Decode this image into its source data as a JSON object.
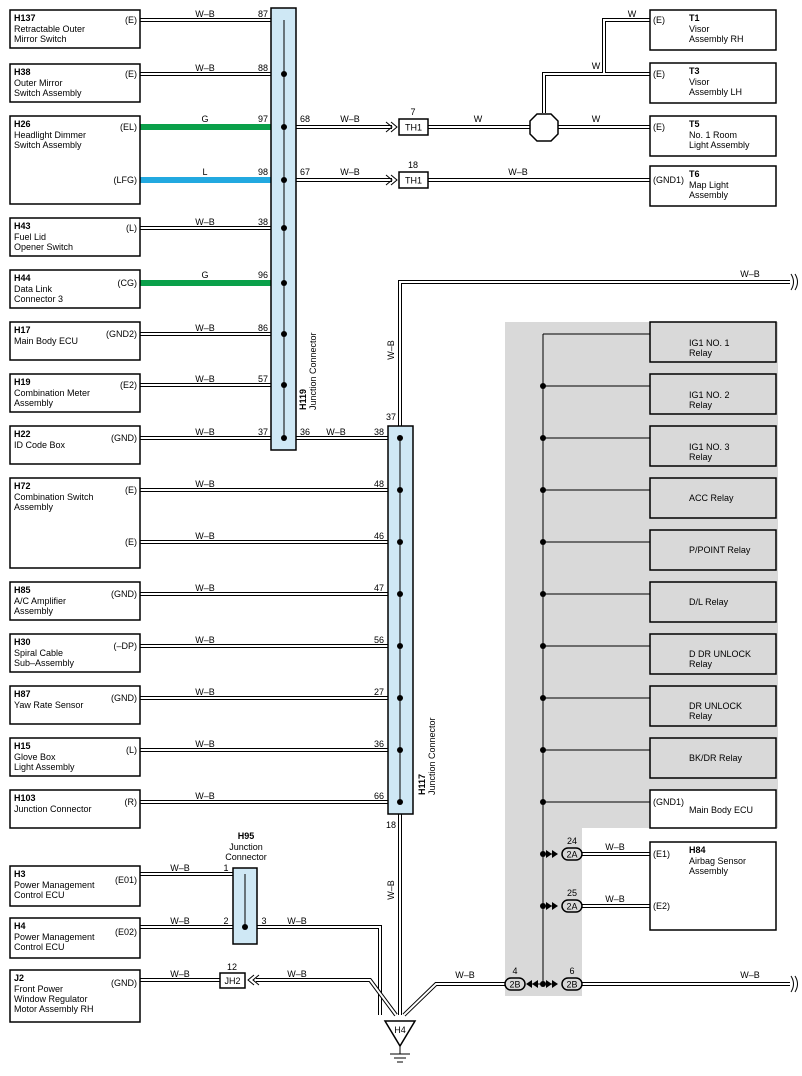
{
  "components": {
    "h137": {
      "id": "H137",
      "l1": "Retractable Outer",
      "l2": "Mirror Switch",
      "pin": "(E)"
    },
    "h38": {
      "id": "H38",
      "l1": "Outer Mirror",
      "l2": "Switch Assembly",
      "pin": "(E)"
    },
    "h26": {
      "id": "H26",
      "l1": "Headlight Dimmer",
      "l2": "Switch Assembly",
      "pin1": "(EL)",
      "pin2": "(LFG)"
    },
    "h43": {
      "id": "H43",
      "l1": "Fuel Lid",
      "l2": "Opener Switch",
      "pin": "(L)"
    },
    "h44": {
      "id": "H44",
      "l1": "Data Link",
      "l2": "Connector 3",
      "pin": "(CG)"
    },
    "h17": {
      "id": "H17",
      "l1": "Main Body ECU",
      "pin": "(GND2)"
    },
    "h19": {
      "id": "H19",
      "l1": "Combination Meter",
      "l2": "Assembly",
      "pin": "(E2)"
    },
    "h22": {
      "id": "H22",
      "l1": "ID Code Box",
      "pin": "(GND)"
    },
    "h72": {
      "id": "H72",
      "l1": "Combination Switch",
      "l2": "Assembly",
      "pin1": "(E)",
      "pin2": "(E)"
    },
    "h85": {
      "id": "H85",
      "l1": "A/C Amplifier",
      "l2": "Assembly",
      "pin": "(GND)"
    },
    "h30": {
      "id": "H30",
      "l1": "Spiral Cable",
      "l2": "Sub–Assembly",
      "pin": "(–DP)"
    },
    "h87": {
      "id": "H87",
      "l1": "Yaw Rate Sensor",
      "pin": "(GND)"
    },
    "h15": {
      "id": "H15",
      "l1": "Glove Box",
      "l2": "Light Assembly",
      "pin": "(L)"
    },
    "h103": {
      "id": "H103",
      "l1": "Junction Connector",
      "pin": "(R)"
    },
    "h3": {
      "id": "H3",
      "l1": "Power Management",
      "l2": "Control ECU",
      "pin": "(E01)"
    },
    "h4": {
      "id": "H4",
      "l1": "Power Management",
      "l2": "Control ECU",
      "pin": "(E02)"
    },
    "j2": {
      "id": "J2",
      "l1": "Front Power",
      "l2": "Window Regulator",
      "l3": "Motor Assembly RH",
      "pin": "(GND)"
    },
    "t1": {
      "id": "T1",
      "l1": "Visor",
      "l2": "Assembly RH",
      "pin": "(E)"
    },
    "t3": {
      "id": "T3",
      "l1": "Visor",
      "l2": "Assembly LH",
      "pin": "(E)"
    },
    "t5": {
      "id": "T5",
      "l1": "No. 1 Room",
      "l2": "Light Assembly",
      "pin": "(E)"
    },
    "t6": {
      "id": "T6",
      "l1": "Map Light",
      "l2": "Assembly",
      "pin": "(GND1)"
    },
    "h84": {
      "id": "H84",
      "l1": "Airbag Sensor",
      "l2": "Assembly",
      "pin1": "(E1)",
      "pin2": "(E2)"
    }
  },
  "relays": {
    "r1": {
      "l1": "IG1 NO. 1",
      "l2": "Relay"
    },
    "r2": {
      "l1": "IG1 NO. 2",
      "l2": "Relay"
    },
    "r3": {
      "l1": "IG1 NO. 3",
      "l2": "Relay"
    },
    "r4": {
      "l1": "ACC Relay"
    },
    "r5": {
      "l1": "P/POINT Relay"
    },
    "r6": {
      "l1": "D/L Relay"
    },
    "r7": {
      "l1": "D DR UNLOCK",
      "l2": "Relay"
    },
    "r8": {
      "l1": "DR UNLOCK",
      "l2": "Relay"
    },
    "r9": {
      "l1": "BK/DR Relay"
    },
    "ecu": {
      "pin": "(GND1)",
      "l1": "Main Body ECU"
    }
  },
  "junctions": {
    "h119": {
      "id": "H119",
      "name": "Junction Connector"
    },
    "h117": {
      "id": "H117",
      "name": "Junction Connector"
    },
    "h95": {
      "id": "H95",
      "l1": "Junction",
      "l2": "Connector"
    }
  },
  "ground": {
    "id": "H4"
  },
  "connectors": {
    "th1": "TH1",
    "jh2": "JH2",
    "c2a": "2A",
    "c2b": "2B"
  },
  "wire_colors": {
    "wb": "W–B",
    "w": "W",
    "g": "G",
    "l": "L"
  },
  "pins": {
    "p87": "87",
    "p88": "88",
    "p97": "97",
    "p98": "98",
    "p38": "38",
    "p96": "96",
    "p86": "86",
    "p57": "57",
    "p37": "37",
    "p68": "68",
    "p67": "67",
    "p7": "7",
    "p18": "18",
    "p36": "36",
    "q48": "48",
    "q46": "46",
    "q47": "47",
    "q56": "56",
    "q27": "27",
    "q36": "36",
    "q66": "66",
    "q37": "37",
    "q38": "38",
    "q18": "18",
    "k1": "1",
    "k2": "2",
    "k3": "3",
    "k12": "12",
    "k4": "4",
    "k6": "6",
    "k24": "24",
    "k25": "25"
  },
  "colors": {
    "green": "#0aa04a",
    "blue": "#22a9e0",
    "junction_fill": "#cfe8f5",
    "shade": "#d9d9d9"
  }
}
